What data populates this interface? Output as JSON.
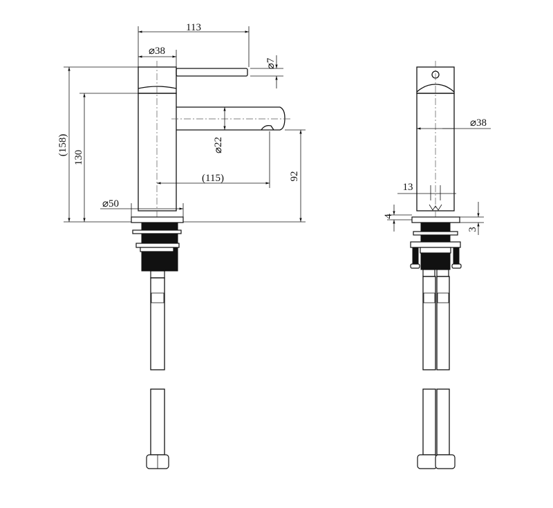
{
  "side_view": {
    "dim_overall_reach": "113",
    "dim_handle_diameter": "⌀38",
    "dim_lever_diameter": "⌀7",
    "dim_total_height": "(158)",
    "dim_body_height": "130",
    "dim_spout_diameter": "⌀22",
    "dim_spout_reach": "(115)",
    "dim_spout_height": "92",
    "dim_flange_diameter": "⌀50"
  },
  "front_view": {
    "dim_body_diameter": "⌀38",
    "dim_width_detail": "13",
    "dim_gap_left": "4",
    "dim_flange_thickness": "3"
  }
}
